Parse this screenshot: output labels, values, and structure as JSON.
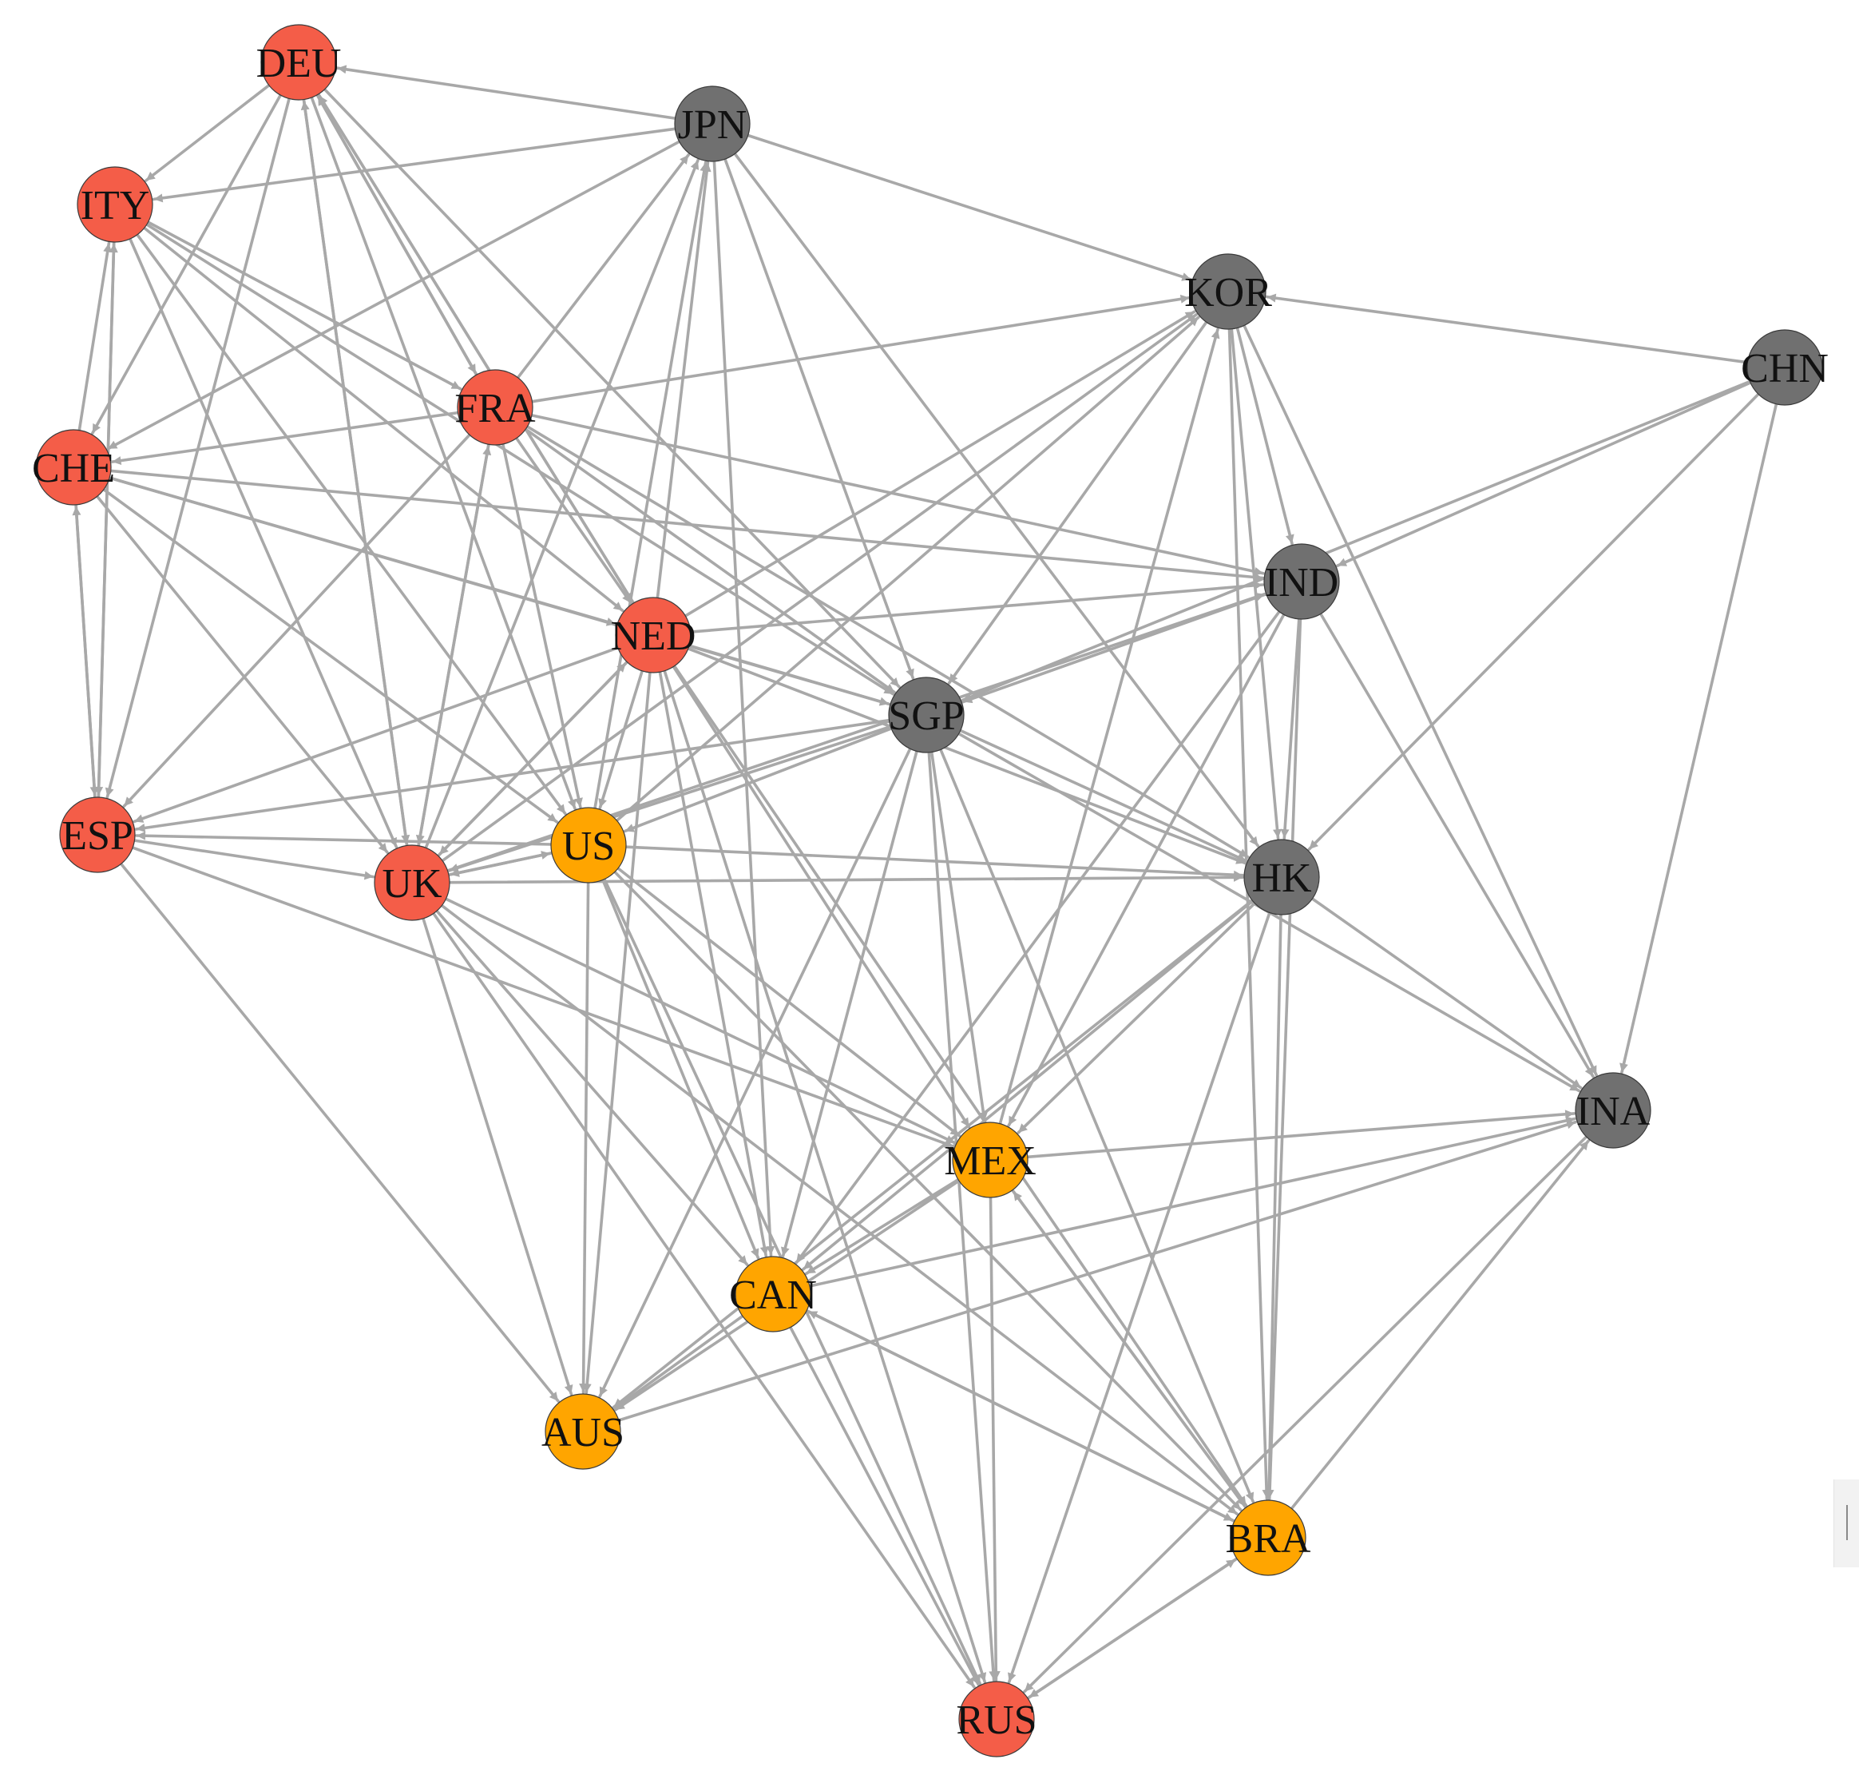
{
  "colors": {
    "europe": "#f45d48",
    "americas": "#ffa500",
    "asia": "#707070",
    "edge": "#a8a8a8",
    "label": "#111111"
  },
  "nodes": [
    {
      "id": "DEU",
      "group": "europe"
    },
    {
      "id": "ITY",
      "group": "europe"
    },
    {
      "id": "CHE",
      "group": "europe"
    },
    {
      "id": "FRA",
      "group": "europe"
    },
    {
      "id": "NED",
      "group": "europe"
    },
    {
      "id": "ESP",
      "group": "europe"
    },
    {
      "id": "UK",
      "group": "europe"
    },
    {
      "id": "RUS",
      "group": "europe"
    },
    {
      "id": "US",
      "group": "americas"
    },
    {
      "id": "MEX",
      "group": "americas"
    },
    {
      "id": "CAN",
      "group": "americas"
    },
    {
      "id": "AUS",
      "group": "americas"
    },
    {
      "id": "BRA",
      "group": "americas"
    },
    {
      "id": "JPN",
      "group": "asia"
    },
    {
      "id": "KOR",
      "group": "asia"
    },
    {
      "id": "CHN",
      "group": "asia"
    },
    {
      "id": "IND",
      "group": "asia"
    },
    {
      "id": "SGP",
      "group": "asia"
    },
    {
      "id": "HK",
      "group": "asia"
    },
    {
      "id": "INA",
      "group": "asia"
    }
  ],
  "edges": [
    [
      "JPN",
      "DEU"
    ],
    [
      "DEU",
      "ITY"
    ],
    [
      "DEU",
      "CHE"
    ],
    [
      "DEU",
      "FRA"
    ],
    [
      "DEU",
      "NED"
    ],
    [
      "DEU",
      "ESP"
    ],
    [
      "DEU",
      "UK"
    ],
    [
      "DEU",
      "US"
    ],
    [
      "DEU",
      "SGP"
    ],
    [
      "FRA",
      "DEU"
    ],
    [
      "NED",
      "DEU"
    ],
    [
      "UK",
      "DEU"
    ],
    [
      "JPN",
      "ITY"
    ],
    [
      "ITY",
      "FRA"
    ],
    [
      "ITY",
      "NED"
    ],
    [
      "ITY",
      "UK"
    ],
    [
      "ITY",
      "US"
    ],
    [
      "ITY",
      "SGP"
    ],
    [
      "ITY",
      "ESP"
    ],
    [
      "CHE",
      "ITY"
    ],
    [
      "ESP",
      "ITY"
    ],
    [
      "JPN",
      "CHE"
    ],
    [
      "FRA",
      "CHE"
    ],
    [
      "CHE",
      "NED"
    ],
    [
      "CHE",
      "ESP"
    ],
    [
      "ESP",
      "CHE"
    ],
    [
      "CHE",
      "UK"
    ],
    [
      "CHE",
      "US"
    ],
    [
      "CHE",
      "SGP"
    ],
    [
      "CHE",
      "IND"
    ],
    [
      "FRA",
      "JPN"
    ],
    [
      "FRA",
      "KOR"
    ],
    [
      "FRA",
      "NED"
    ],
    [
      "FRA",
      "ESP"
    ],
    [
      "FRA",
      "UK"
    ],
    [
      "FRA",
      "US"
    ],
    [
      "FRA",
      "SGP"
    ],
    [
      "FRA",
      "IND"
    ],
    [
      "FRA",
      "HK"
    ],
    [
      "UK",
      "FRA"
    ],
    [
      "NED",
      "JPN"
    ],
    [
      "NED",
      "KOR"
    ],
    [
      "NED",
      "IND"
    ],
    [
      "NED",
      "SGP"
    ],
    [
      "NED",
      "ESP"
    ],
    [
      "NED",
      "UK"
    ],
    [
      "NED",
      "US"
    ],
    [
      "NED",
      "MEX"
    ],
    [
      "NED",
      "CAN"
    ],
    [
      "NED",
      "AUS"
    ],
    [
      "NED",
      "RUS"
    ],
    [
      "NED",
      "BRA"
    ],
    [
      "NED",
      "HK"
    ],
    [
      "UK",
      "NED"
    ],
    [
      "JPN",
      "SGP"
    ],
    [
      "JPN",
      "KOR"
    ],
    [
      "JPN",
      "HK"
    ],
    [
      "JPN",
      "CAN"
    ],
    [
      "US",
      "JPN"
    ],
    [
      "UK",
      "JPN"
    ],
    [
      "KOR",
      "SGP"
    ],
    [
      "KOR",
      "IND"
    ],
    [
      "KOR",
      "HK"
    ],
    [
      "KOR",
      "INA"
    ],
    [
      "KOR",
      "BRA"
    ],
    [
      "CHN",
      "KOR"
    ],
    [
      "US",
      "KOR"
    ],
    [
      "UK",
      "KOR"
    ],
    [
      "MEX",
      "KOR"
    ],
    [
      "CHN",
      "IND"
    ],
    [
      "CHN",
      "SGP"
    ],
    [
      "CHN",
      "HK"
    ],
    [
      "CHN",
      "INA"
    ],
    [
      "IND",
      "SGP"
    ],
    [
      "IND",
      "HK"
    ],
    [
      "IND",
      "MEX"
    ],
    [
      "IND",
      "CAN"
    ],
    [
      "IND",
      "BRA"
    ],
    [
      "IND",
      "INA"
    ],
    [
      "UK",
      "IND"
    ],
    [
      "SGP",
      "ESP"
    ],
    [
      "SGP",
      "UK"
    ],
    [
      "SGP",
      "US"
    ],
    [
      "SGP",
      "HK"
    ],
    [
      "SGP",
      "MEX"
    ],
    [
      "SGP",
      "CAN"
    ],
    [
      "SGP",
      "AUS"
    ],
    [
      "SGP",
      "RUS"
    ],
    [
      "SGP",
      "BRA"
    ],
    [
      "SGP",
      "INA"
    ],
    [
      "HK",
      "MEX"
    ],
    [
      "HK",
      "CAN"
    ],
    [
      "HK",
      "AUS"
    ],
    [
      "HK",
      "RUS"
    ],
    [
      "HK",
      "BRA"
    ],
    [
      "HK",
      "INA"
    ],
    [
      "US",
      "HK"
    ],
    [
      "UK",
      "HK"
    ],
    [
      "ESP",
      "UK"
    ],
    [
      "US",
      "ESP"
    ],
    [
      "ESP",
      "AUS"
    ],
    [
      "ESP",
      "MEX"
    ],
    [
      "UK",
      "US"
    ],
    [
      "US",
      "UK"
    ],
    [
      "UK",
      "AUS"
    ],
    [
      "UK",
      "CAN"
    ],
    [
      "UK",
      "RUS"
    ],
    [
      "UK",
      "MEX"
    ],
    [
      "UK",
      "BRA"
    ],
    [
      "US",
      "MEX"
    ],
    [
      "US",
      "CAN"
    ],
    [
      "US",
      "AUS"
    ],
    [
      "US",
      "RUS"
    ],
    [
      "US",
      "BRA"
    ],
    [
      "MEX",
      "INA"
    ],
    [
      "MEX",
      "CAN"
    ],
    [
      "MEX",
      "AUS"
    ],
    [
      "MEX",
      "RUS"
    ],
    [
      "MEX",
      "BRA"
    ],
    [
      "BRA",
      "MEX"
    ],
    [
      "CAN",
      "INA"
    ],
    [
      "CAN",
      "AUS"
    ],
    [
      "CAN",
      "RUS"
    ],
    [
      "CAN",
      "BRA"
    ],
    [
      "BRA",
      "CAN"
    ],
    [
      "AUS",
      "INA"
    ],
    [
      "RUS",
      "BRA"
    ],
    [
      "BRA",
      "RUS"
    ],
    [
      "BRA",
      "INA"
    ],
    [
      "INA",
      "RUS"
    ]
  ]
}
